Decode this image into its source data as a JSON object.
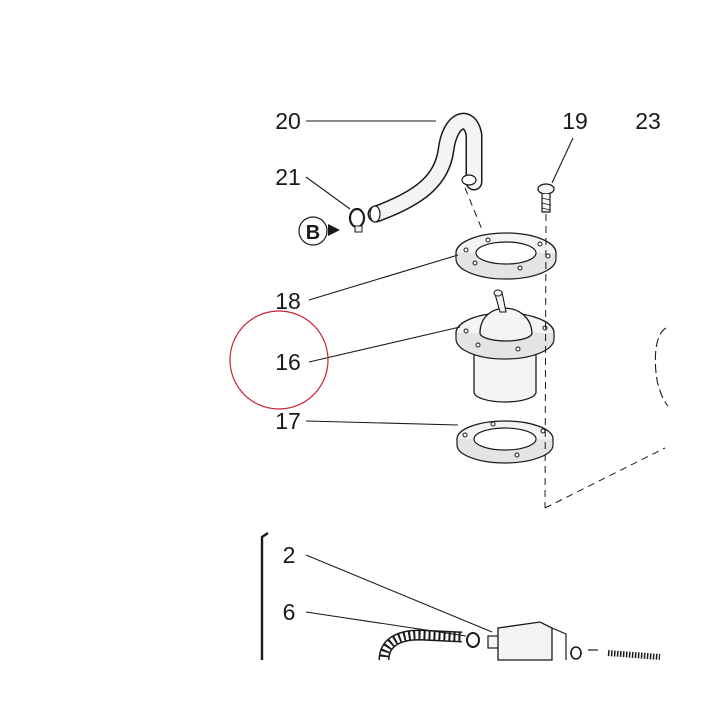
{
  "diagram": {
    "callouts": [
      "20",
      "19",
      "23",
      "21",
      "B",
      "18",
      "16",
      "17",
      "2",
      "6"
    ],
    "colors": {
      "highlight_circle": "#cc2233",
      "line": "#1a1a1a",
      "part_fill": "#f4f4f4"
    }
  }
}
